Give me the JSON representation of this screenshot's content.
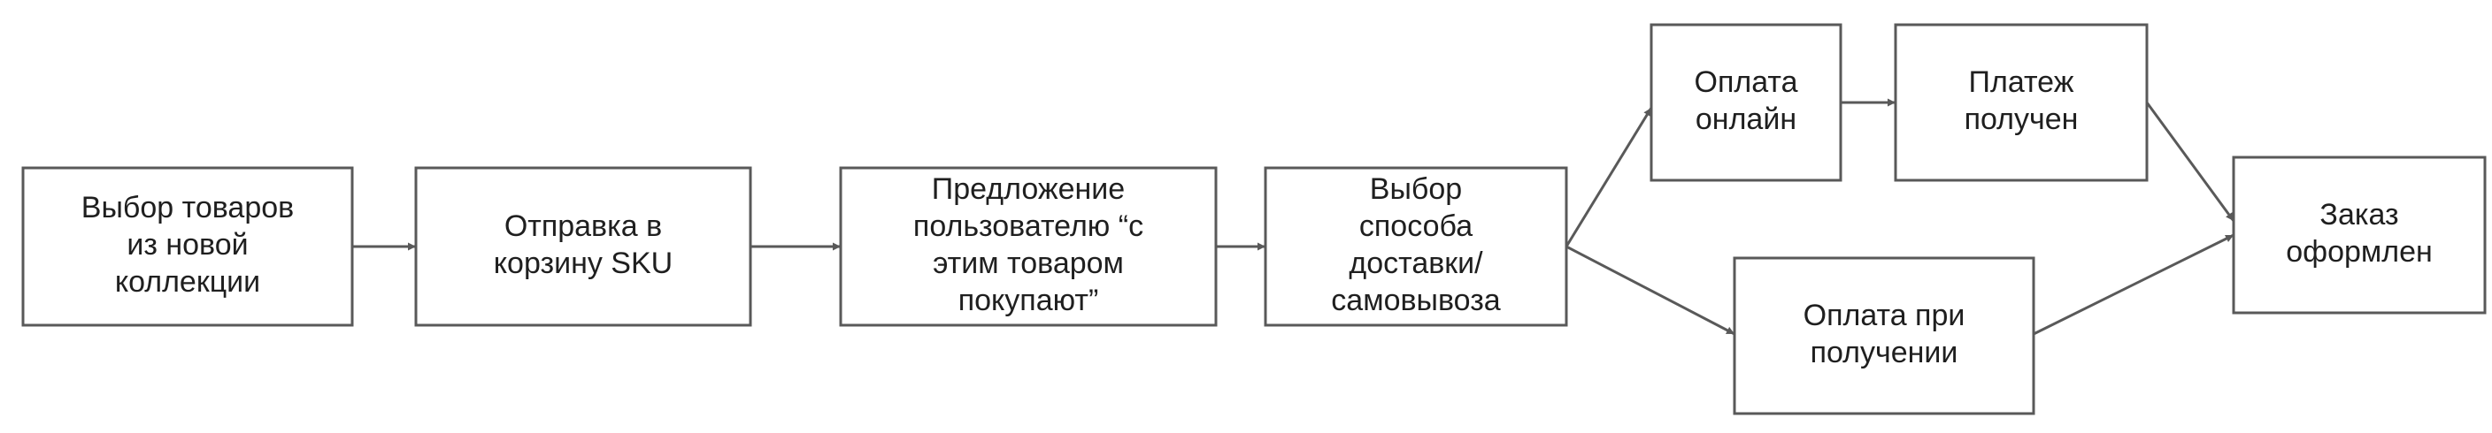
{
  "nodes": [
    {
      "id": "select",
      "lines": [
        "Выбор товаров",
        "из новой",
        "коллекции"
      ]
    },
    {
      "id": "cart",
      "lines": [
        "Отправка в",
        "корзину SKU"
      ]
    },
    {
      "id": "offer",
      "lines": [
        "Предложение",
        "пользователю “с",
        "этим товаром",
        "покупают”"
      ]
    },
    {
      "id": "delivery",
      "lines": [
        "Выбор",
        "способа",
        "доставки/",
        "самовывоза"
      ]
    },
    {
      "id": "pay-online",
      "lines": [
        "Оплата",
        "онлайн"
      ]
    },
    {
      "id": "payment-received",
      "lines": [
        "Платеж",
        "получен"
      ]
    },
    {
      "id": "pay-on-receipt",
      "lines": [
        "Оплата при",
        "получении"
      ]
    },
    {
      "id": "order-done",
      "lines": [
        "Заказ",
        "оформлен"
      ]
    }
  ],
  "edges": [
    {
      "from": "select",
      "to": "cart"
    },
    {
      "from": "cart",
      "to": "offer"
    },
    {
      "from": "offer",
      "to": "delivery"
    },
    {
      "from": "delivery",
      "to": "pay-online"
    },
    {
      "from": "delivery",
      "to": "pay-on-receipt"
    },
    {
      "from": "pay-online",
      "to": "payment-received"
    },
    {
      "from": "payment-received",
      "to": "order-done"
    },
    {
      "from": "pay-on-receipt",
      "to": "order-done"
    }
  ],
  "colors": {
    "stroke": "#595959",
    "text": "#1f1f1f",
    "fill": "#ffffff"
  }
}
